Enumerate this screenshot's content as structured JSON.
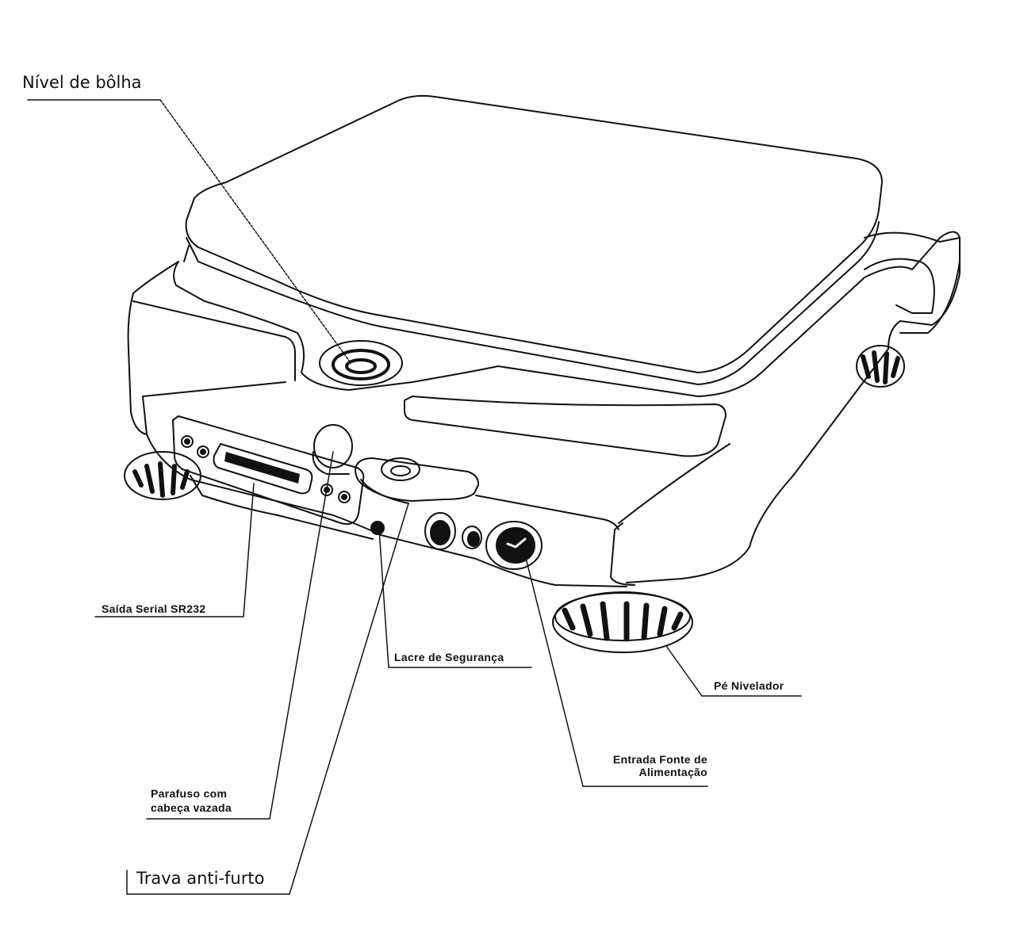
{
  "callouts": {
    "bubble_level": "Nível de bôlha",
    "serial_output": "Saída Serial SR232",
    "security_seal": "Lacre de Segurança",
    "leveling_foot": "Pé Nivelador",
    "power_input_line1": "Entrada Fonte de",
    "power_input_line2": "Alimentação",
    "hollow_screw_line1": "Parafuso com",
    "hollow_screw_line2": "cabeça vazada",
    "anti_theft_lock": "Trava anti-furto"
  },
  "colors": {
    "ink": "#111111",
    "paper": "#ffffff"
  }
}
